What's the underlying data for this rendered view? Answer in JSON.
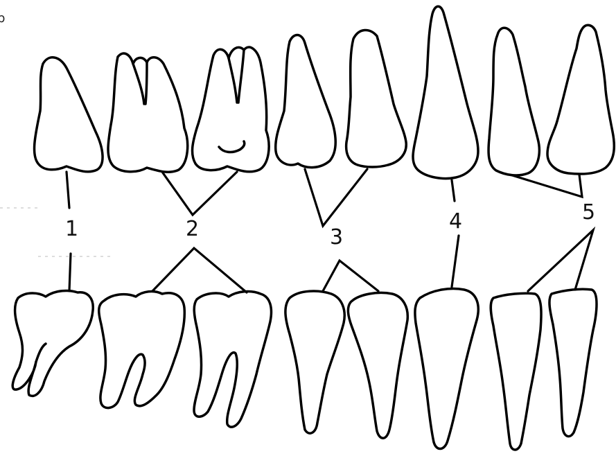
{
  "labels": [
    {
      "id": "1",
      "text": "1"
    },
    {
      "id": "2",
      "text": "2"
    },
    {
      "id": "3",
      "text": "3"
    },
    {
      "id": "4",
      "text": "4"
    },
    {
      "id": "5",
      "text": "5"
    }
  ],
  "corner_mark": "b",
  "colors": {
    "stroke": "#000000",
    "background": "#ffffff"
  }
}
